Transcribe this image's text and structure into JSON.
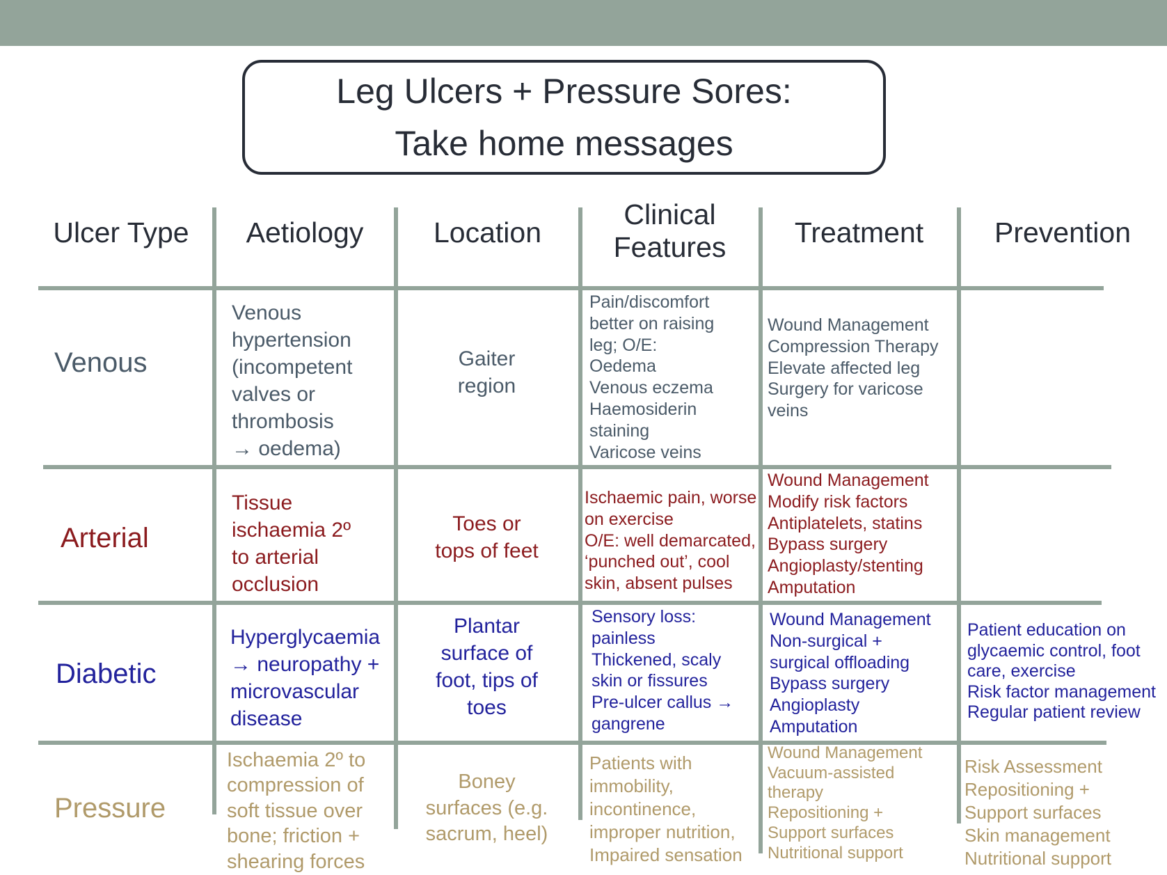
{
  "title": {
    "line1": "Leg Ulcers + Pressure Sores:",
    "line2": "Take home messages"
  },
  "table": {
    "headers": [
      "Ulcer Type",
      "Aetiology",
      "Location",
      "Clinical Features",
      "Treatment",
      "Prevention"
    ],
    "rows": [
      {
        "type": "Venous",
        "aetiology": [
          "Venous",
          "hypertension",
          "(incompetent",
          "valves or",
          "thrombosis",
          "→ oedema)"
        ],
        "location": [
          "Gaiter",
          "region"
        ],
        "clinical_features": [
          "Pain/discomfort",
          "better on raising",
          "leg; O/E:",
          "Oedema",
          "Venous eczema",
          "Haemosiderin",
          "staining",
          "Varicose veins"
        ],
        "treatment": [
          "Wound Management",
          "Compression Therapy",
          "Elevate affected leg",
          "Surgery for varicose",
          "veins"
        ],
        "prevention": []
      },
      {
        "type": "Arterial",
        "aetiology": [
          "Tissue",
          "ischaemia 2º",
          "to arterial",
          "occlusion"
        ],
        "location": [
          "Toes or",
          "tops of feet"
        ],
        "clinical_features": [
          "Ischaemic pain, worse",
          "on exercise",
          "O/E: well demarcated,",
          "‘punched out’, cool",
          "skin, absent pulses"
        ],
        "treatment": [
          "Wound Management",
          "Modify risk factors",
          "Antiplatelets, statins",
          "Bypass surgery",
          "Angioplasty/stenting",
          "Amputation"
        ],
        "prevention": []
      },
      {
        "type": "Diabetic",
        "aetiology": [
          "Hyperglycaemia",
          "→ neuropathy +",
          "microvascular",
          "disease"
        ],
        "location": [
          "Plantar",
          "surface of",
          "foot, tips of",
          "toes"
        ],
        "clinical_features": [
          "Sensory loss:",
          "painless",
          "Thickened, scaly",
          "skin or fissures",
          "Pre-ulcer callus →",
          "gangrene"
        ],
        "treatment": [
          "Wound Management",
          "Non-surgical +",
          "surgical offloading",
          "Bypass surgery",
          "Angioplasty",
          "Amputation"
        ],
        "prevention": [
          "Patient education on",
          "glycaemic control, foot",
          "care, exercise",
          "Risk factor management",
          "Regular patient review"
        ]
      },
      {
        "type": "Pressure",
        "aetiology": [
          "Ischaemia 2º to",
          "compression of",
          "soft tissue over",
          "bone; friction +",
          "shearing forces"
        ],
        "location": [
          "Boney",
          "surfaces (e.g.",
          "sacrum, heel)"
        ],
        "clinical_features": [
          "Patients with",
          "immobility,",
          "incontinence,",
          "improper nutrition,",
          "Impaired sensation"
        ],
        "treatment": [
          "Wound Management",
          "Vacuum-assisted",
          "therapy",
          "Repositioning +",
          "Support surfaces",
          "Nutritional support"
        ],
        "prevention": [
          "Risk Assessment",
          "Repositioning +",
          "Support surfaces",
          "Skin management",
          "Nutritional support"
        ]
      }
    ]
  },
  "colors": {
    "accent_bar": "#93A49A",
    "gridline": "#93A49A",
    "header_text": "#272C36",
    "venous_text": "#4A5A68",
    "arterial_text": "#8B1B1E",
    "diabetic_text": "#22229C",
    "pressure_text": "#B09A6A"
  }
}
